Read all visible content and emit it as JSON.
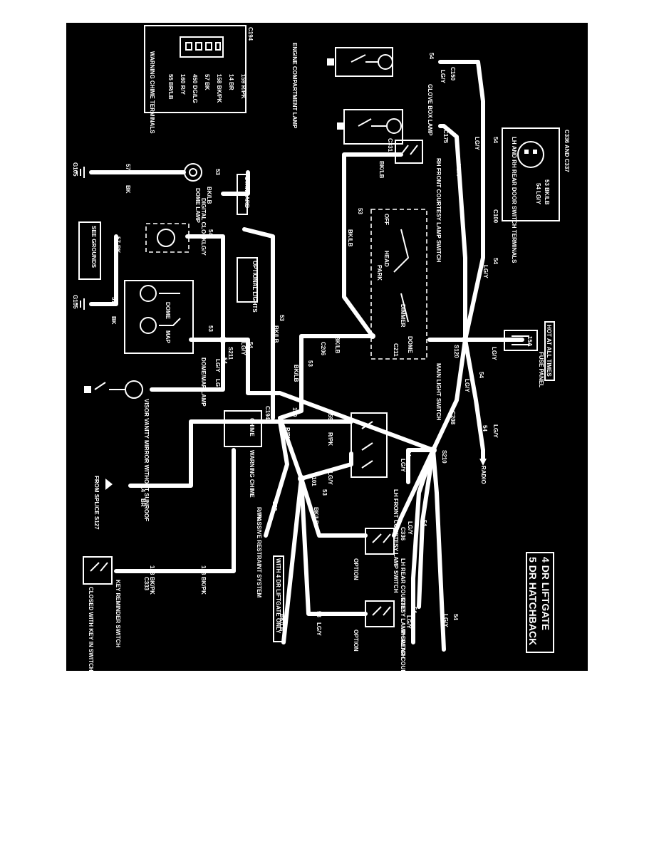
{
  "title": {
    "line1": "4 DR LIFTGATE",
    "line2": "5 DR HATCHBACK"
  },
  "components": {
    "engine_lamp": "ENGINE COMPARTMENT LAMP",
    "glove_box_lamp": "GLOVE BOX LAMP",
    "rh_front_switch": "RH FRONT COURTESY LAMP SWITCH",
    "lh_front_switch": "LH FRONT COURTESY LAMP SWITCH",
    "lh_rear_switch": "LH REAR COURTESY LAMP SWITCH",
    "rh_rear_switch": "RH REAR COURTESY LAMP SWITCH",
    "main_light_switch": "MAIN LIGHT SWITCH",
    "dome_lamp": "DOME LAMP",
    "digital_clock": "DIGITAL CLOCK",
    "dome_map_lamp": "DOME/MAP LAMP",
    "visor_mirror": "VISOR VANITY MIRROR WITHOUT SUNROOF",
    "warning_chime": "WARNING CHIME",
    "chime_box": "CHIME",
    "key_switch": "KEY REMINDER SWITCH",
    "key_switch_note": "CLOSED WITH KEY IN SWITCH",
    "fuse_panel": "FUSE PANEL",
    "hot_at_all_times": "HOT AT ALL TIMES",
    "fuse_rating": "15A",
    "radio": "RADIO",
    "passive_restraint": "PASSIVE RESTRAINT SYSTEM",
    "splice_source": "FROM SPLICE S127",
    "see_grounds": "SEE GROUNDS",
    "standard": "STANDARD",
    "optional_lights": "OPTIONAL LIGHTS",
    "with_liftgate": "WITH 4 DR LIFTGATE ONLY",
    "option": "OPTION",
    "dome": "DOME",
    "map": "MAP",
    "dimmer": "DIMMER",
    "dome_sw": "DOME",
    "head": "HEAD",
    "off": "OFF",
    "park": "PARK"
  },
  "chime_terminals": {
    "title": "WARNING CHIME TERMINALS",
    "connector": "C194",
    "rows": [
      "159 R/PK",
      "14 BR",
      "158 BK/PK",
      "57 BK",
      "450 DG/LG",
      "160 R/Y",
      "55 BR/LB"
    ]
  },
  "door_terminals": {
    "title": "C336 AND C337",
    "desc": "LH AND RH REAR DOOR SWITCH TERMINALS",
    "pin_a": "53 BK/LB",
    "pin_b": "54 LG/Y"
  },
  "connectors": {
    "c150": "C150",
    "c175": "C175",
    "c331": "C331",
    "c100": "C100",
    "c211": "C211",
    "c206": "C206",
    "c208": "C208",
    "c194": "C194",
    "c336": "C336",
    "c337": "C337",
    "c333": "C333",
    "s120": "S120",
    "s210": "S210",
    "s211": "S211",
    "s101": "S101",
    "g105a": "G105",
    "g105b": "G105"
  },
  "wires": {
    "w54": "54",
    "w53": "53",
    "w57": "57",
    "w159": "159",
    "w158": "158",
    "w14": "14",
    "lgy": "LG/Y",
    "bklb": "BK/LB",
    "bk": "BK",
    "rpk": "R/PK",
    "br": "BR",
    "bkpk": "BK/PK",
    "lgy2": "LGY"
  }
}
